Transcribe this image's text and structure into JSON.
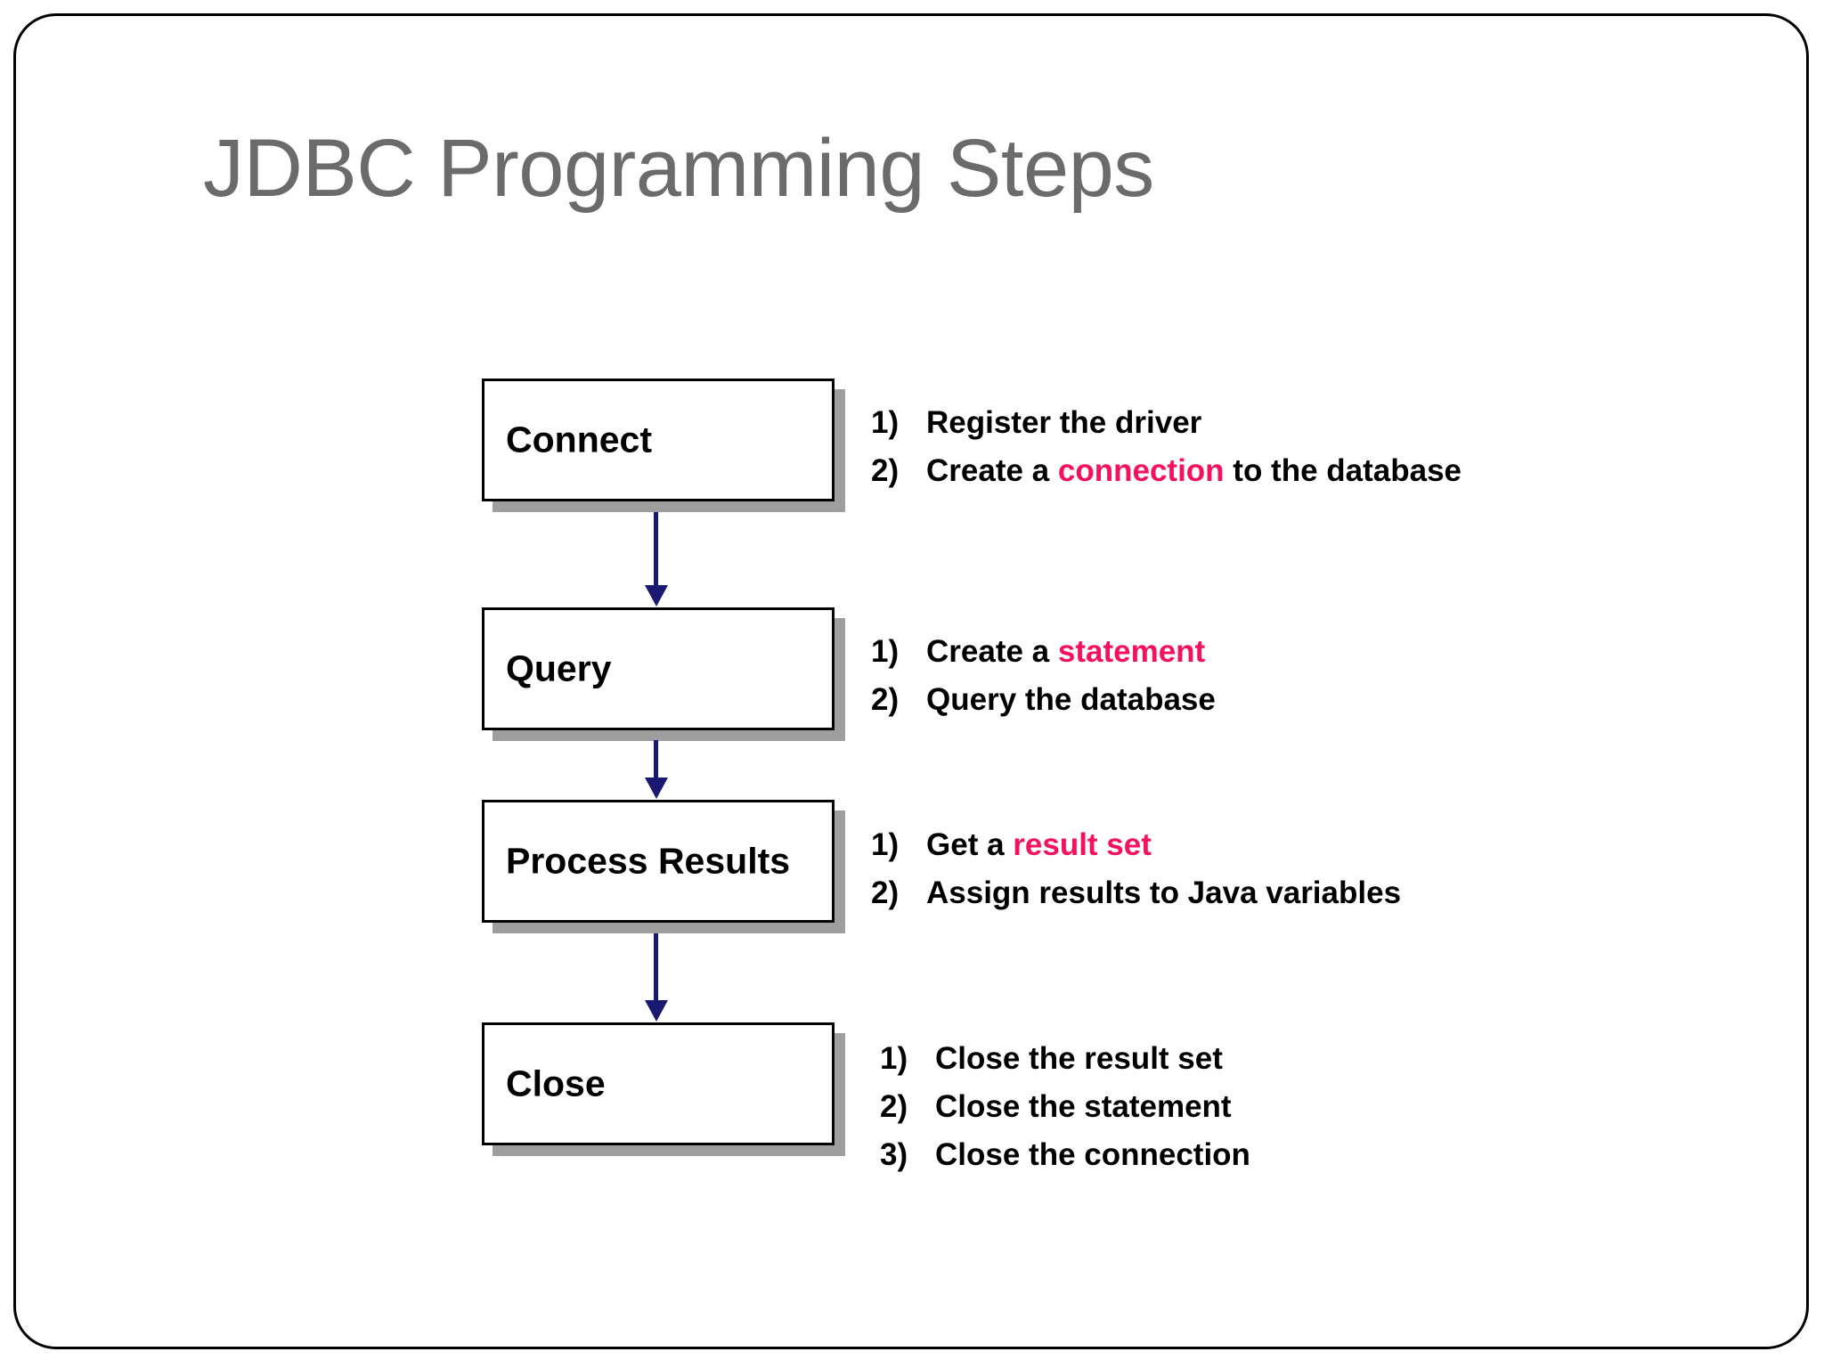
{
  "slide": {
    "title": "JDBC Programming Steps",
    "title_color": "#6b6b6b",
    "background_color": "#ffffff",
    "border_color": "#000000",
    "accent_color": "#f5115e",
    "arrow_color": "#191970",
    "box_shadow_color": "#9e9e9e"
  },
  "steps": [
    {
      "box_label": "Connect",
      "notes": [
        {
          "num": "1)",
          "parts": [
            {
              "text": "Register the driver",
              "highlight": false
            }
          ]
        },
        {
          "num": "2)",
          "parts": [
            {
              "text": "Create a ",
              "highlight": false
            },
            {
              "text": "connection",
              "highlight": true
            },
            {
              "text": " to the database",
              "highlight": false
            }
          ]
        }
      ]
    },
    {
      "box_label": "Query",
      "notes": [
        {
          "num": "1)",
          "parts": [
            {
              "text": "Create a ",
              "highlight": false
            },
            {
              "text": "statement",
              "highlight": true
            }
          ]
        },
        {
          "num": "2)",
          "parts": [
            {
              "text": "Query the database",
              "highlight": false
            }
          ]
        }
      ]
    },
    {
      "box_label": "Process Results",
      "notes": [
        {
          "num": "1)",
          "parts": [
            {
              "text": "Get a ",
              "highlight": false
            },
            {
              "text": "result set",
              "highlight": true
            }
          ]
        },
        {
          "num": "2)",
          "parts": [
            {
              "text": "Assign results to Java variables",
              "highlight": false
            }
          ]
        }
      ]
    },
    {
      "box_label": "Close",
      "notes": [
        {
          "num": "1)",
          "parts": [
            {
              "text": "Close the result set",
              "highlight": false
            }
          ]
        },
        {
          "num": "2)",
          "parts": [
            {
              "text": "Close the statement",
              "highlight": false
            }
          ]
        },
        {
          "num": "3)",
          "parts": [
            {
              "text": "Close the connection",
              "highlight": false
            }
          ]
        }
      ]
    }
  ],
  "layout": {
    "box_tops": [
      425,
      682,
      898,
      1148
    ],
    "notes_tops": [
      448,
      705,
      922,
      1162
    ],
    "notes_lefts": [
      978,
      978,
      978,
      988
    ],
    "connector_tops": [
      575,
      831,
      1048
    ],
    "connector_heights": [
      106,
      66,
      99
    ]
  }
}
